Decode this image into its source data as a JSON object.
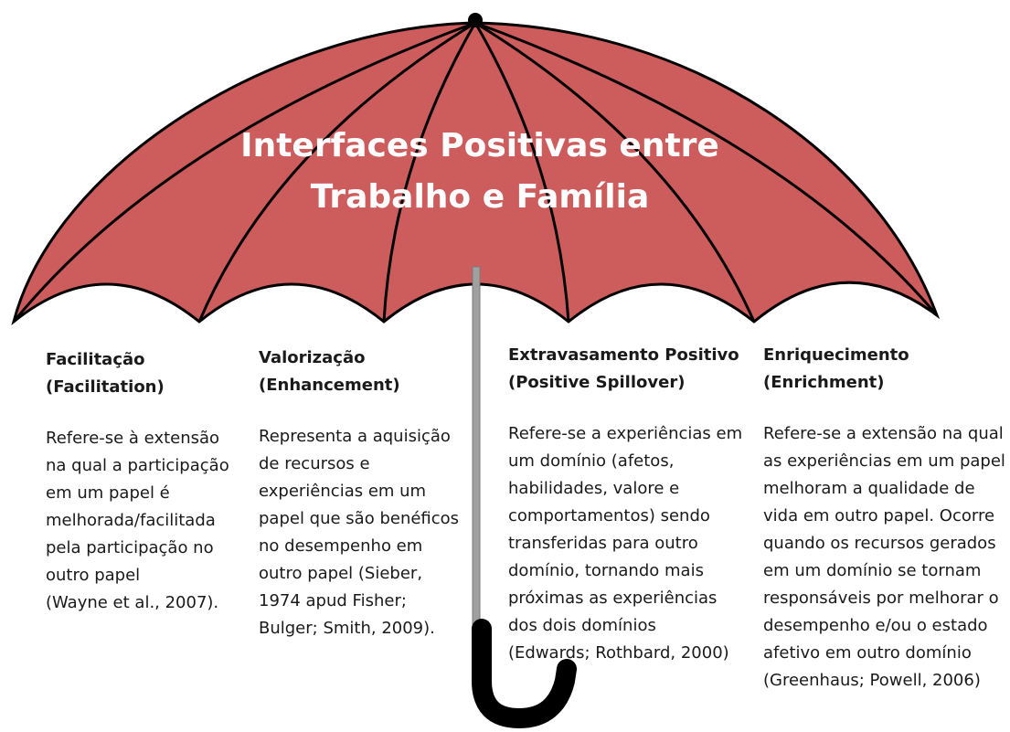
{
  "title": {
    "line1": "Interfaces Positivas entre",
    "line2": "Trabalho e Família"
  },
  "colors": {
    "canopy": "#cd5c5c",
    "ribs": "#000000",
    "shaft": "#a0a0a0",
    "handle": "#000000",
    "title_text": "#ffffff"
  },
  "concepts": [
    {
      "name_pt": "Facilitação",
      "name_en": "(Facilitation)",
      "description": "Refere-se à extensão na qual a participação em um papel é melhorada/facilitada pela participação no outro papel",
      "citation": "(Wayne et al., 2007)."
    },
    {
      "name_pt": "Valorização",
      "name_en": "(Enhancement)",
      "description": "Representa a aquisição de recursos e experiências em um papel que são benéficos no desempenho em outro papel (Sieber, 1974 apud Fisher; Bulger; Smith, 2009).",
      "citation": ""
    },
    {
      "name_pt": "Extravasamento Positivo",
      "name_en": "(Positive Spillover)",
      "description": "Refere-se a experiências em um domínio (afetos, habilidades, valore e comportamentos) sendo transferidas para outro domínio, tornando mais próximas as experiências dos dois domínios",
      "citation": "(Edwards; Rothbard, 2000)"
    },
    {
      "name_pt": "Enriquecimento",
      "name_en": "(Enrichment)",
      "description": "Refere-se a extensão na qual as experiências em um papel melhoram a qualidade de vida em outro papel. Ocorre quando os recursos gerados em um domínio se tornam responsáveis por melhorar o desempenho e/ou o estado afetivo em outro domínio (Greenhaus; Powell, 2006)",
      "citation": ""
    }
  ]
}
